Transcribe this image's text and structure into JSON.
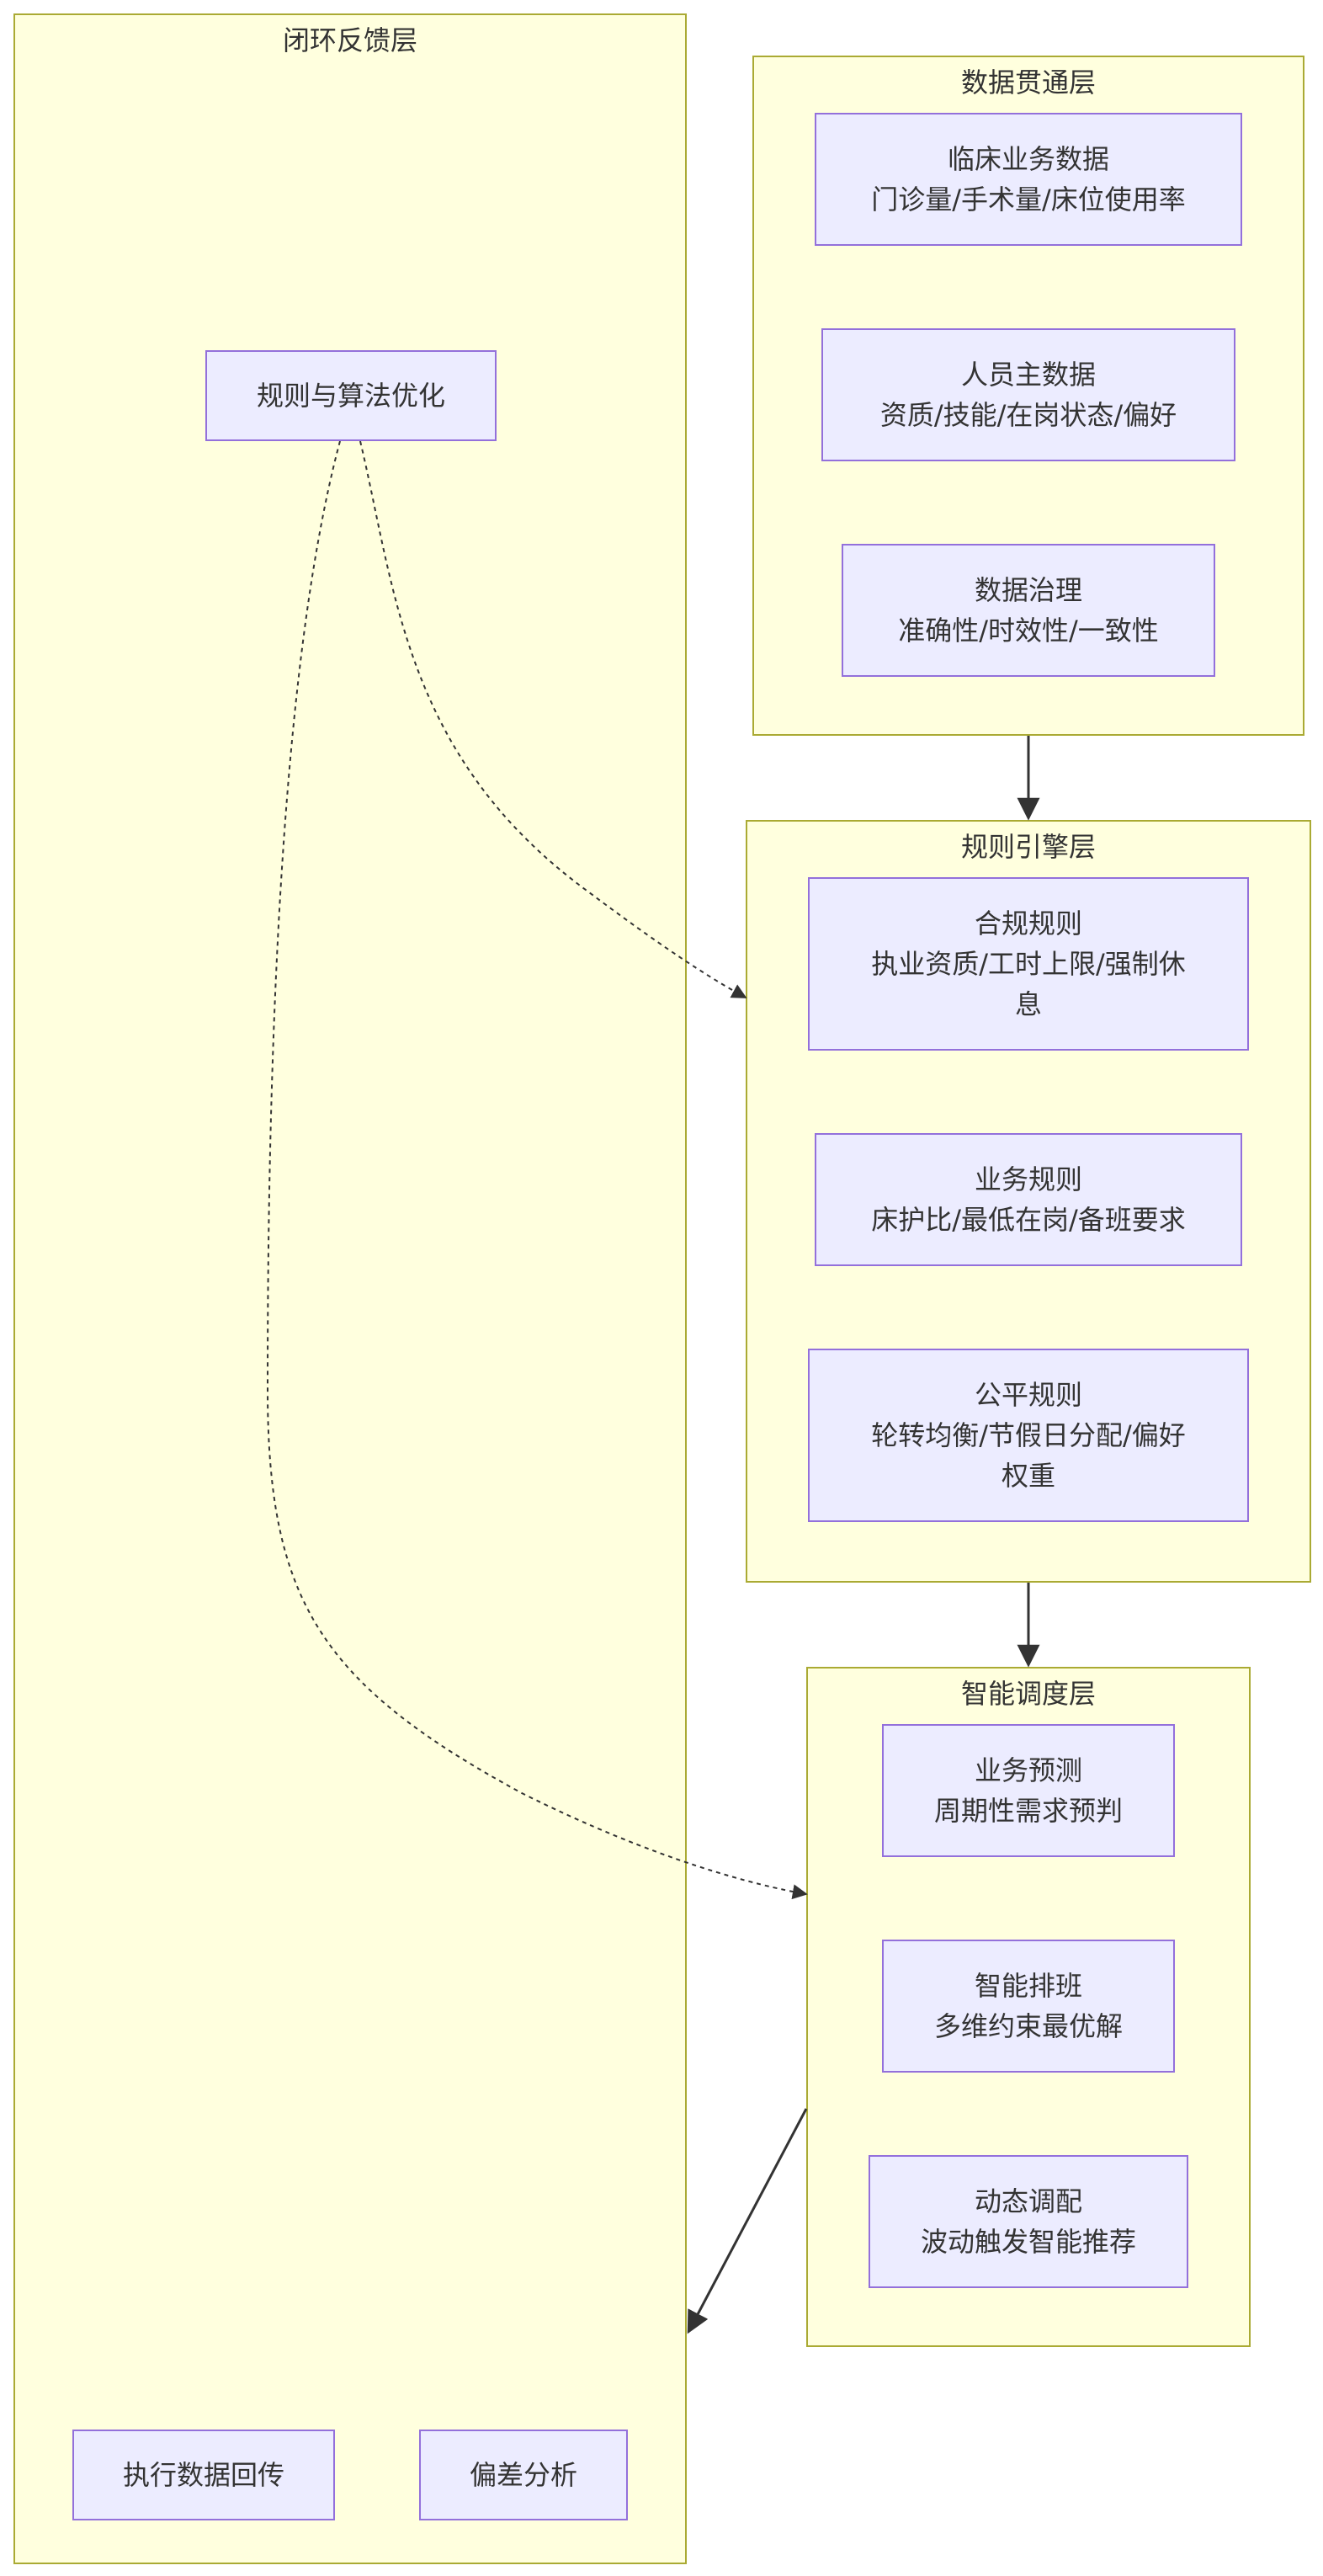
{
  "clusters": {
    "feedback": {
      "title": "闭环反馈层"
    },
    "data": {
      "title": "数据贯通层"
    },
    "rules": {
      "title": "规则引擎层"
    },
    "schedule": {
      "title": "智能调度层"
    }
  },
  "nodes": {
    "optimize": {
      "line1": "规则与算法优化"
    },
    "clinical": {
      "line1": "临床业务数据",
      "line2": "门诊量/手术量/床位使用率"
    },
    "staff": {
      "line1": "人员主数据",
      "line2": "资质/技能/在岗状态/偏好"
    },
    "governance": {
      "line1": "数据治理",
      "line2": "准确性/时效性/一致性"
    },
    "compliance": {
      "line1": "合规规则",
      "line2": "执业资质/工时上限/强制休",
      "line3": "息"
    },
    "business": {
      "line1": "业务规则",
      "line2": "床护比/最低在岗/备班要求"
    },
    "fairness": {
      "line1": "公平规则",
      "line2": "轮转均衡/节假日分配/偏好",
      "line3": "权重"
    },
    "forecast": {
      "line1": "业务预测",
      "line2": "周期性需求预判"
    },
    "smart_sched": {
      "line1": "智能排班",
      "line2": "多维约束最优解"
    },
    "dynamic": {
      "line1": "动态调配",
      "line2": "波动触发智能推荐"
    },
    "exec_return": {
      "line1": "执行数据回传"
    },
    "deviation": {
      "line1": "偏差分析"
    }
  },
  "colors": {
    "cluster_fill": "#ffffde",
    "cluster_border": "#aaaa33",
    "node_fill": "#ececff",
    "node_border": "#9370db",
    "edge": "#333333"
  }
}
